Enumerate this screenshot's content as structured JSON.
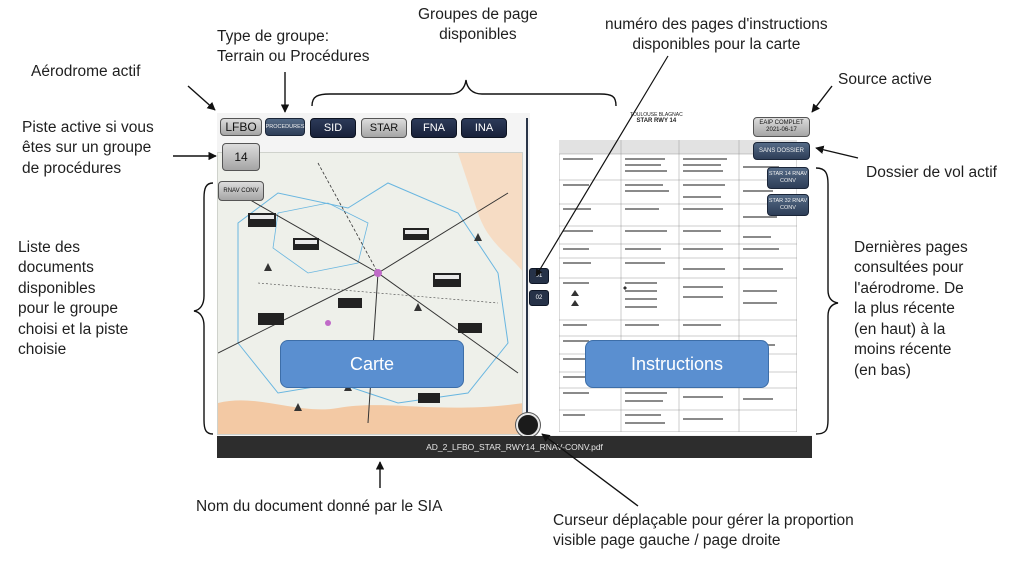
{
  "annotations": {
    "active_aerodrome": "Aérodrome actif",
    "group_type": [
      "Type de groupe:",
      "Terrain ou Procédures"
    ],
    "page_groups": [
      "Groupes de page",
      "disponibles"
    ],
    "instruction_pages": [
      "numéro des pages d'instructions",
      "disponibles pour la carte"
    ],
    "active_source": "Source active",
    "active_runway": [
      "Piste active si vous",
      "êtes sur un groupe",
      "de procédures"
    ],
    "active_flight_folder": "Dossier de vol actif",
    "document_list": [
      "Liste des",
      "documents",
      "disponibles",
      "pour le groupe",
      "choisi et la piste",
      "choisie"
    ],
    "recent_pages": [
      "Dernières pages",
      "consultées pour",
      "l'aérodrome. De",
      "la plus récente",
      "(en haut) à la",
      "moins récente",
      "(en bas)"
    ],
    "document_name": "Nom du document donné par le SIA",
    "slider": [
      "Curseur déplaçable pour gérer la proportion",
      "visible page gauche / page droite"
    ]
  },
  "toolbar": {
    "aerodrome": "LFBO",
    "group": "PROCEDURES",
    "runway": "14",
    "tabs": [
      "SID",
      "STAR",
      "FNA",
      "INA"
    ],
    "source": [
      "EAIP COMPLET",
      "2021-06-17"
    ],
    "folder": "SANS DOSSIER"
  },
  "documents": {
    "item1": "RNAV CONV"
  },
  "recent": {
    "item1": [
      "STAR 14 RNAV",
      "CONV"
    ],
    "item2": [
      "STAR 32 RNAV",
      "CONV"
    ]
  },
  "pages": {
    "p1": "01",
    "p2": "02"
  },
  "panes": {
    "left": "Carte",
    "right": "Instructions"
  },
  "instructions": {
    "title_line1": "TOULOUSE BLAGNAC",
    "title_line2": "STAR RWY 14"
  },
  "status": {
    "filename": "AD_2_LFBO_STAR_RWY14_RNAV-CONV.pdf"
  },
  "colors": {
    "navy_button": "#1f2a44",
    "callout_blue": "#5a8fd0"
  }
}
